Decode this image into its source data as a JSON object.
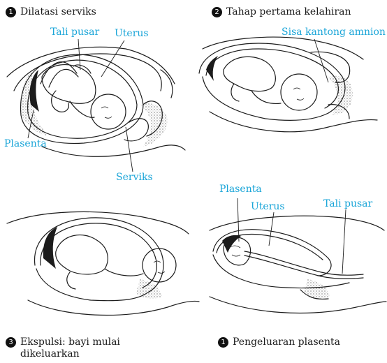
{
  "panels": [
    {
      "number": "1",
      "caption": "Dilatasi serviks",
      "labels": {
        "tali_pusar": "Tali pusar",
        "uterus": "Uterus",
        "plasenta": "Plasenta",
        "serviks": "Serviks"
      }
    },
    {
      "number": "2",
      "caption": "Tahap pertama kelahiran",
      "labels": {
        "sisa_kantong": "Sisa kantong amnion"
      }
    },
    {
      "number": "3",
      "caption": "Ekspulsi: bayi mulai dikeluarkan",
      "labels": {}
    },
    {
      "number": "1",
      "caption": "Pengeluaran plasenta",
      "labels": {
        "plasenta": "Plasenta",
        "uterus": "Uterus",
        "tali_pusar": "Tali pusar"
      }
    }
  ],
  "colors": {
    "label": "#1aa5d8",
    "ink": "#1c1c1c"
  }
}
